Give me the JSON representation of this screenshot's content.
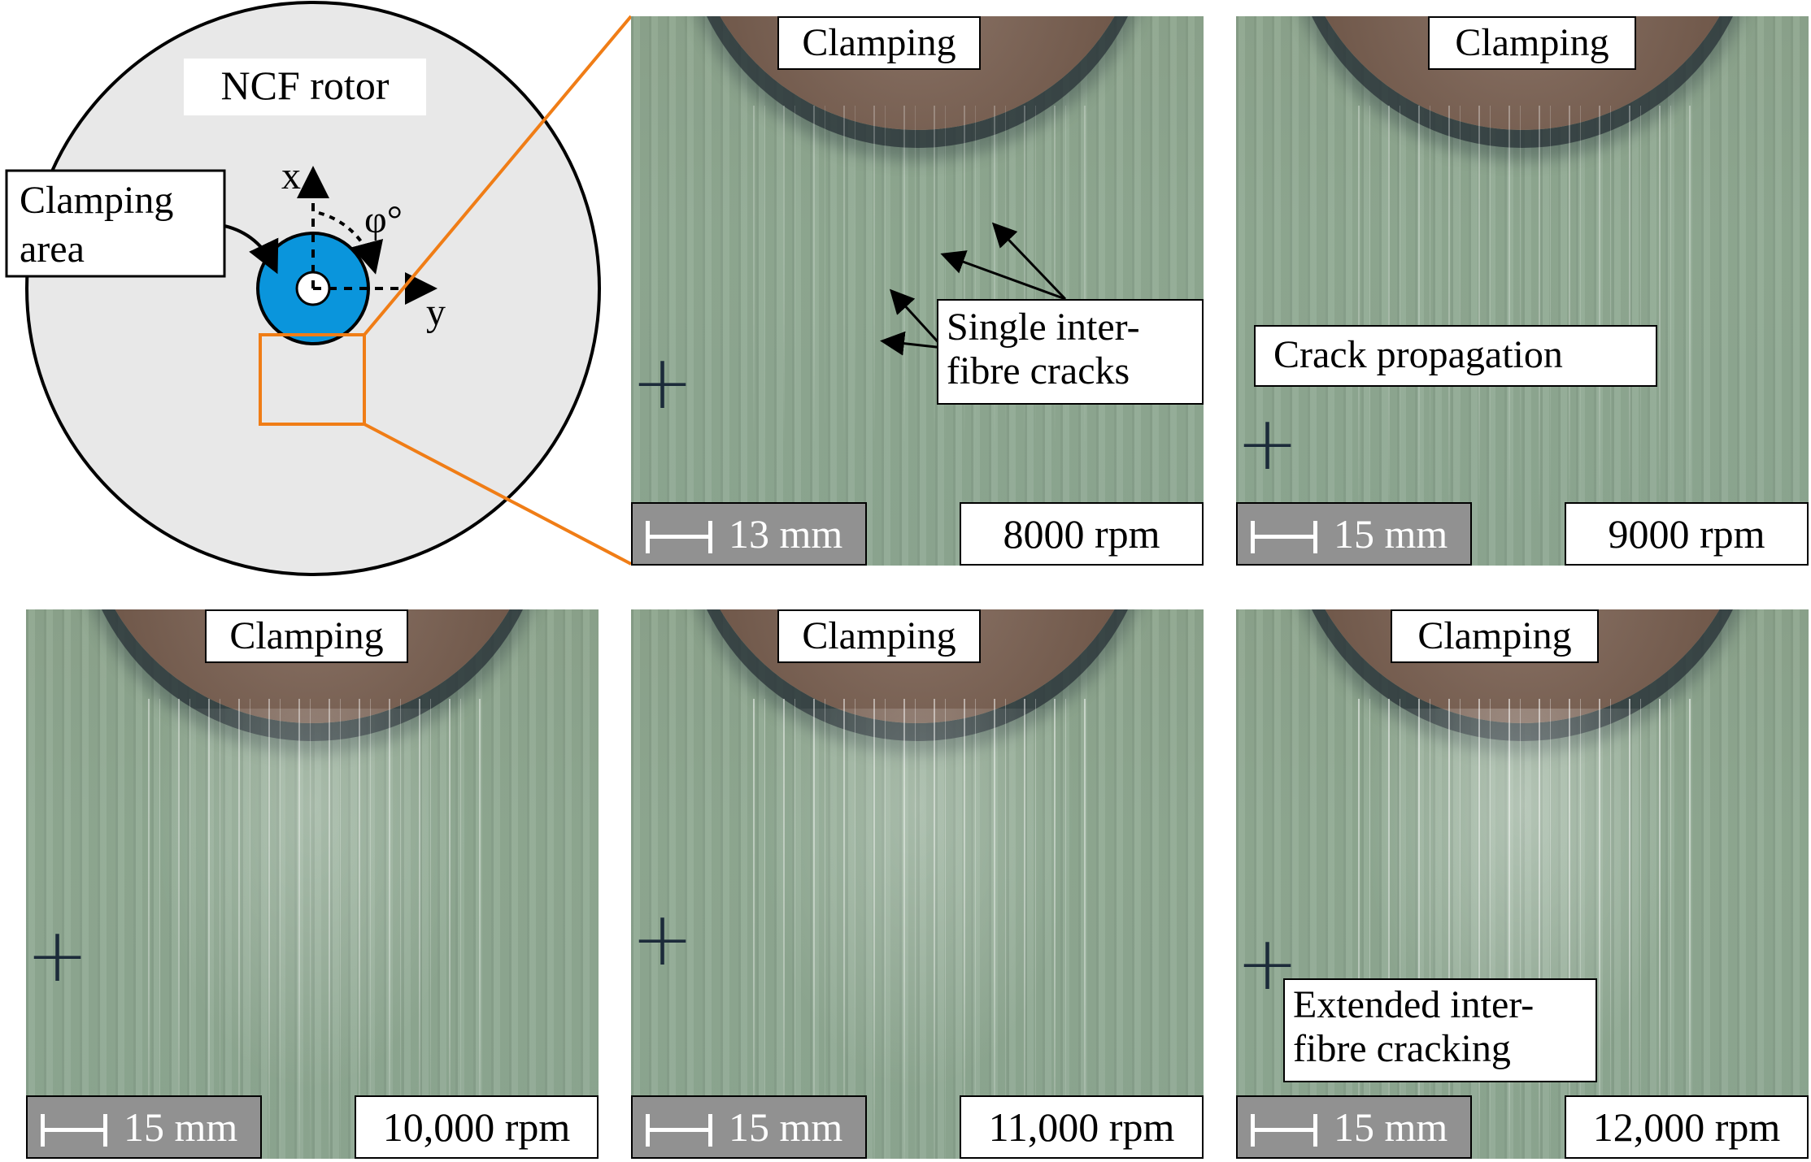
{
  "schematic": {
    "rotor_label": "NCF rotor",
    "clamping_area_label": [
      "Clamping",
      "area"
    ],
    "axis_x": "x",
    "axis_y": "y",
    "angle": "φ°",
    "colors": {
      "rotor_fill": "#e8e8e8",
      "clamp_fill": "#0a95dc",
      "highlight": "#f07d16"
    }
  },
  "panels": [
    {
      "clamp_label": "Clamping",
      "scale": "13 mm",
      "speed": "8000 rpm",
      "annotation": [
        "Single inter-",
        "fibre cracks"
      ]
    },
    {
      "clamp_label": "Clamping",
      "scale": "15 mm",
      "speed": "9000 rpm",
      "annotation": [
        "Crack propagation"
      ]
    },
    {
      "clamp_label": "Clamping",
      "scale": "15 mm",
      "speed": "10,000 rpm"
    },
    {
      "clamp_label": "Clamping",
      "scale": "15 mm",
      "speed": "11,000 rpm"
    },
    {
      "clamp_label": "Clamping",
      "scale": "15 mm",
      "speed": "12,000 rpm",
      "annotation": [
        "Extended inter-",
        "fibre cracking"
      ]
    }
  ]
}
